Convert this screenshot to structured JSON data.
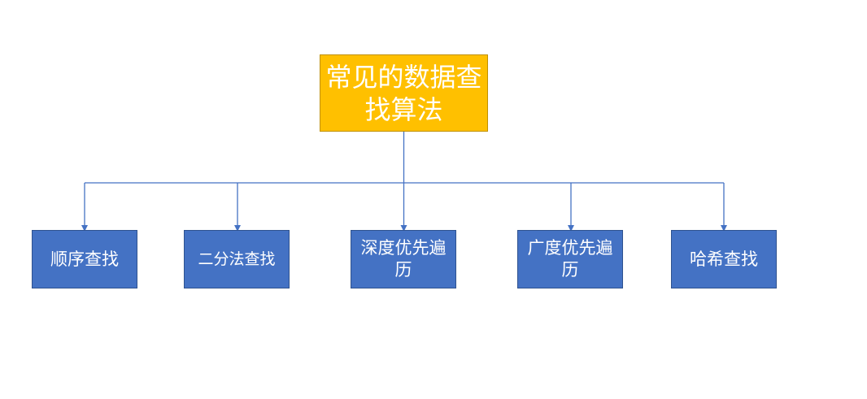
{
  "diagram": {
    "type": "tree",
    "root": {
      "label": "常见的数据查找算法",
      "color": "#ffc000"
    },
    "children_color": "#4472c4",
    "connector_color": "#4472c4",
    "children": [
      {
        "label": "顺序查找"
      },
      {
        "label": "二分法查找"
      },
      {
        "label": "深度优先遍历"
      },
      {
        "label": "广度优先遍历"
      },
      {
        "label": "哈希查找"
      }
    ]
  }
}
